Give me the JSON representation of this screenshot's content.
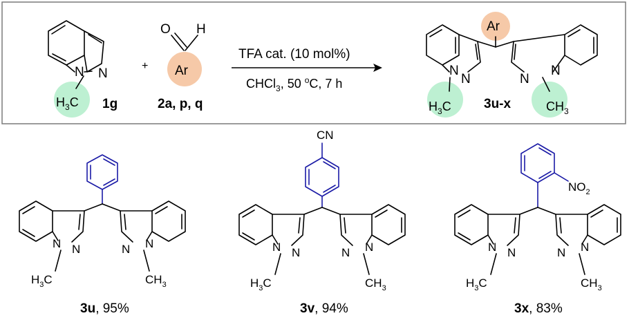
{
  "scheme": {
    "reactant1_label": "1g",
    "reactant2_label": "2a, p, q",
    "plus": "+",
    "catalyst": "TFA cat. (10 mol%)",
    "conditions_prefix": "CHCl",
    "conditions_sub": "3",
    "conditions_rest": ", 50 ",
    "conditions_deg": "o",
    "conditions_tail": "C, 7 h",
    "product_label": "3u-x",
    "ar": "Ar",
    "h": "H",
    "o": "O",
    "n": "N",
    "methyl_left": "H",
    "methyl_c": "C",
    "methyl_right": "CH",
    "methyl_sub": "3"
  },
  "products": [
    {
      "id": "3u",
      "yield": ", 95%",
      "substituent": ""
    },
    {
      "id": "3v",
      "yield": ", 94%",
      "substituent": "CN"
    },
    {
      "id": "3x",
      "yield": ", 83%",
      "substituent": "NO",
      "substituent_sub": "2"
    }
  ],
  "colors": {
    "catalyst_red": "#e01010",
    "ar_highlight": "#f6c9a8",
    "methyl_highlight": "#bdf0d2",
    "aryl_blue": "#1a1aa6",
    "nitrogen_blue": "#1a1aa6"
  }
}
